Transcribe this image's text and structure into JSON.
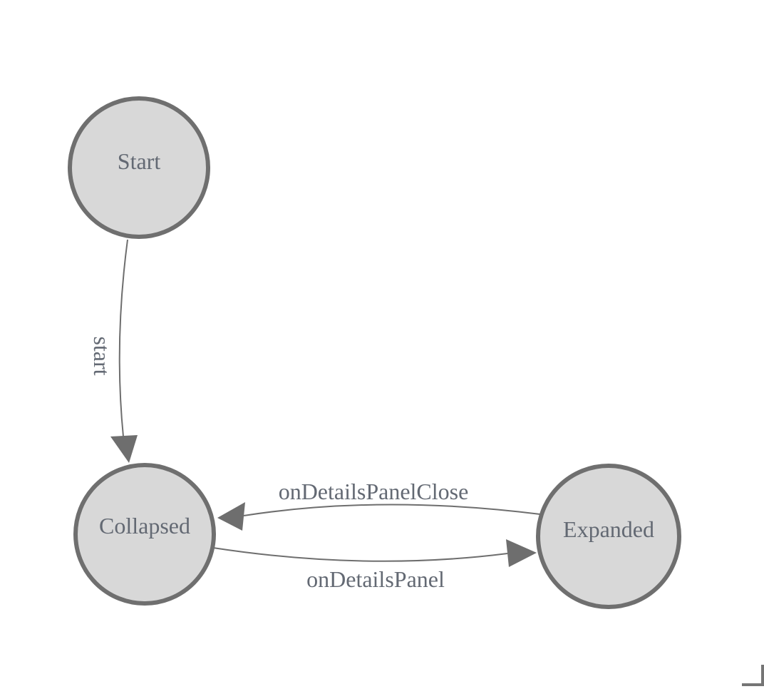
{
  "page": {
    "background": "#ffffff"
  },
  "diagram": {
    "type": "state-machine",
    "colors": {
      "node_fill": "#d8d8d8",
      "node_stroke": "#6f6f6f",
      "edge_stroke": "#6e6e6e",
      "label_text": "#636973",
      "corner_mark": "#757575"
    },
    "nodes": [
      {
        "id": "start",
        "label": "Start"
      },
      {
        "id": "collapsed",
        "label": "Collapsed"
      },
      {
        "id": "expanded",
        "label": "Expanded"
      }
    ],
    "edges": [
      {
        "from": "Start",
        "to": "Collapsed",
        "label": "start"
      },
      {
        "from": "Expanded",
        "to": "Collapsed",
        "label": "onDetailsPanelClose"
      },
      {
        "from": "Collapsed",
        "to": "Expanded",
        "label": "onDetailsPanel"
      }
    ]
  }
}
